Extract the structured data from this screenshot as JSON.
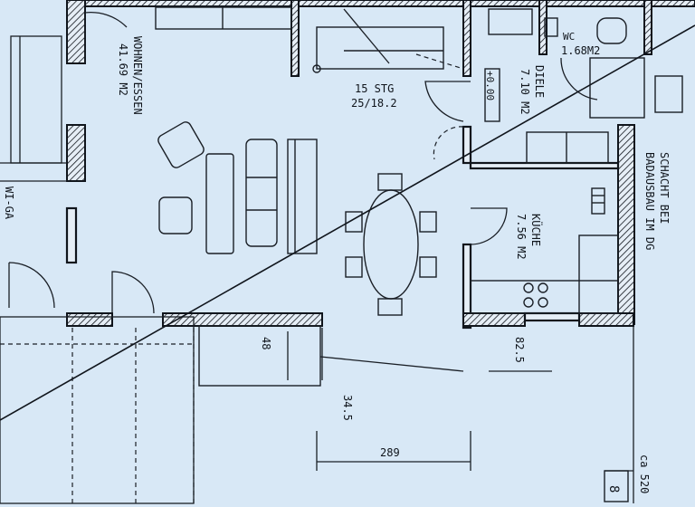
{
  "rooms": {
    "living": {
      "name": "WOHNEN/ESSEN",
      "area": "41.69 M2"
    },
    "stairs": {
      "name": "15 STG",
      "ratio": "25/18.2"
    },
    "hall": {
      "name": "DIELE",
      "area": "7.10 M2"
    },
    "wc": {
      "name": "WC",
      "area": "1.68M2"
    },
    "kitchen": {
      "name": "KÜCHE",
      "area": "7.56 M2"
    },
    "garage": {
      "name": "WI-GA"
    },
    "shaft": {
      "line1": "SCHACHT BEI",
      "line2": "BADAUSBAU IM DG"
    }
  },
  "dimensions": {
    "d48": "48",
    "d82": "82.5",
    "d345": "34.5",
    "d289": "289",
    "d520": "ca 520",
    "d8": "8"
  },
  "symbols": {
    "door_tag": "+0.00"
  },
  "colors": {
    "paper": "#d8e8f6",
    "ink": "#10151c",
    "wall_fill": "#e6eef6"
  }
}
